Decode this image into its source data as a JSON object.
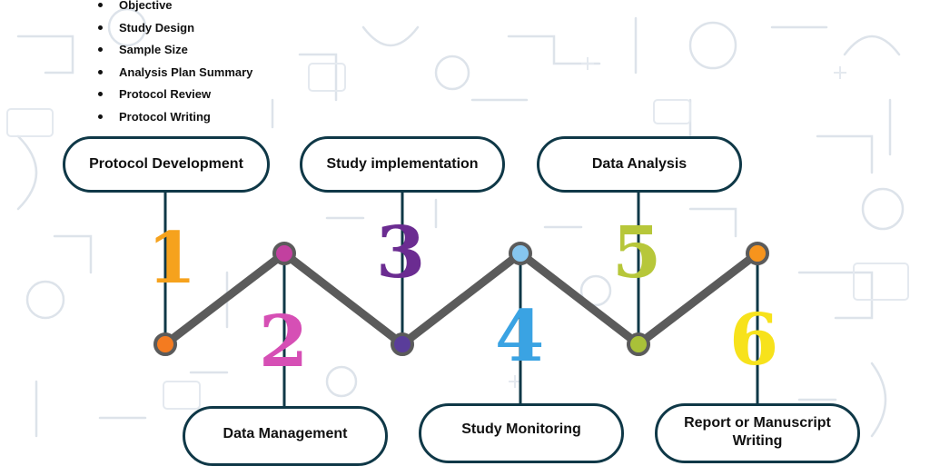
{
  "objectives": [
    "Objective",
    "Study Design",
    "Sample Size",
    "Analysis Plan Summary",
    "Protocol Review",
    "Protocol Writing"
  ],
  "stages": [
    {
      "number": "1",
      "label": "Protocol Development",
      "color": "#f6a21d"
    },
    {
      "number": "2",
      "label": "Data Management",
      "color": "#d64fb5"
    },
    {
      "number": "3",
      "label": "Study implementation",
      "color": "#6b2c91"
    },
    {
      "number": "4",
      "label": "Study Monitoring",
      "color": "#3aa3e3"
    },
    {
      "number": "5",
      "label": "Data Analysis",
      "color": "#b7c73a"
    },
    {
      "number": "6",
      "label": "Report or Manuscript Writing",
      "color": "#f7e21b"
    }
  ],
  "node_colors": [
    "#f47b20",
    "#c2409f",
    "#5a3d9a",
    "#86c6ef",
    "#a9c138",
    "#f7941d"
  ],
  "line_color": "#5b5b5b",
  "box_border_color": "#0f3847"
}
